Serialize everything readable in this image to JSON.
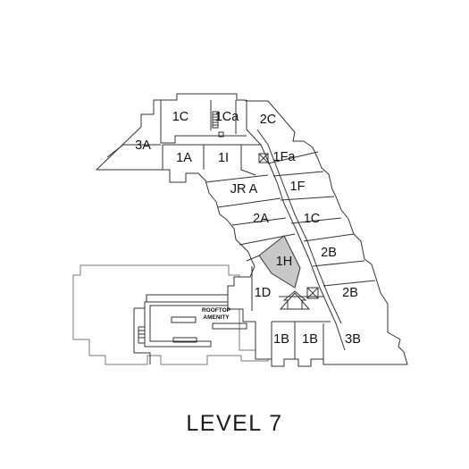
{
  "level_title": "LEVEL 7",
  "amenity_label_line1": "ROOFTOP",
  "amenity_label_line2": "AMENITY",
  "highlight_color": "#c8c8c8",
  "selected_unit": "1H",
  "units": [
    {
      "id": "u-1c-top",
      "label": "1C"
    },
    {
      "id": "u-1ca",
      "label": "1Ca"
    },
    {
      "id": "u-2c",
      "label": "2C"
    },
    {
      "id": "u-3a",
      "label": "3A"
    },
    {
      "id": "u-1a",
      "label": "1A"
    },
    {
      "id": "u-1i",
      "label": "1I"
    },
    {
      "id": "u-1fa",
      "label": "1Fa"
    },
    {
      "id": "u-jra",
      "label": "JR A"
    },
    {
      "id": "u-1f",
      "label": "1F"
    },
    {
      "id": "u-2a",
      "label": "2A"
    },
    {
      "id": "u-1c-right",
      "label": "1C"
    },
    {
      "id": "u-2b-upper",
      "label": "2B"
    },
    {
      "id": "u-1h",
      "label": "1H"
    },
    {
      "id": "u-1d",
      "label": "1D"
    },
    {
      "id": "u-2b-lower",
      "label": "2B"
    },
    {
      "id": "u-1b-left",
      "label": "1B"
    },
    {
      "id": "u-1b-right",
      "label": "1B"
    },
    {
      "id": "u-3b",
      "label": "3B"
    }
  ]
}
